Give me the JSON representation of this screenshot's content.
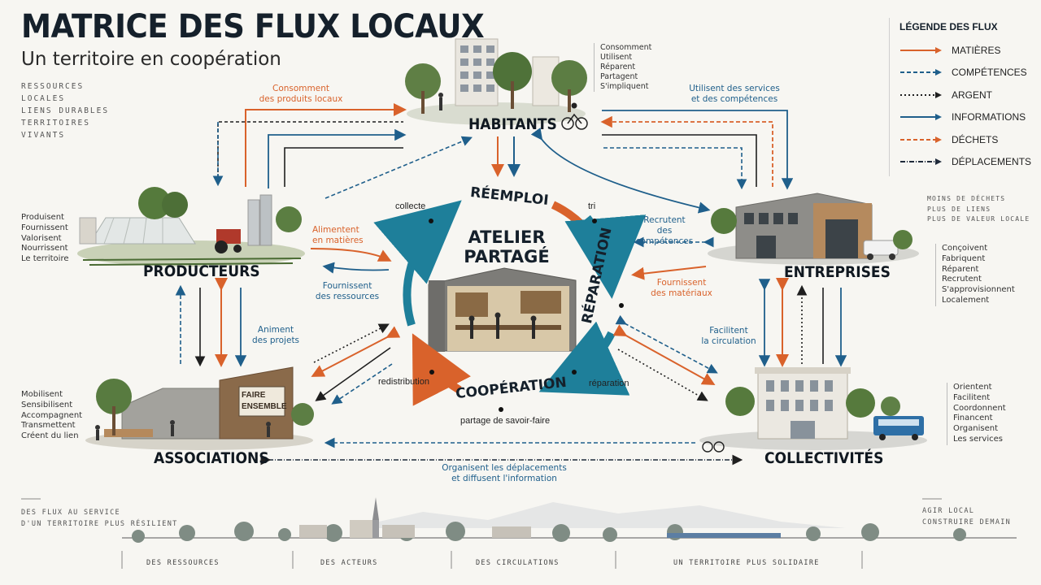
{
  "title": "MATRICE DES FLUX LOCAUX",
  "subtitle": "Un territoire en coopération",
  "left_tagline": [
    "RESSOURCES",
    "LOCALES",
    "LIENS DURABLES",
    "TERRITOIRES",
    "VIVANTS"
  ],
  "right_tagline": [
    "MOINS DE DÉCHETS",
    "PLUS DE LIENS",
    "PLUS DE VALEUR LOCALE"
  ],
  "legend": {
    "title": "LÉGENDE DES FLUX",
    "items": [
      {
        "label": "MATIÈRES",
        "color": "#d9622b",
        "style": "solid"
      },
      {
        "label": "COMPÉTENCES",
        "color": "#1f5f8b",
        "style": "dashed"
      },
      {
        "label": "ARGENT",
        "color": "#1f1f1f",
        "style": "dotted"
      },
      {
        "label": "INFORMATIONS",
        "color": "#1f5f8b",
        "style": "solid"
      },
      {
        "label": "DÉCHETS",
        "color": "#d9622b",
        "style": "dashed"
      },
      {
        "label": "DÉPLACEMENTS",
        "color": "#1f2a3a",
        "style": "dashdot"
      }
    ]
  },
  "nodes": {
    "habitants": {
      "label": "HABITANTS",
      "verbs": [
        "Consomment",
        "Utilisent",
        "Réparent",
        "Partagent",
        "S'impliquent"
      ]
    },
    "producteurs": {
      "label": "PRODUCTEURS",
      "verbs": [
        "Produisent",
        "Fournissent",
        "Valorisent",
        "Nourrissent",
        "Le territoire"
      ]
    },
    "entreprises": {
      "label": "ENTREPRISES",
      "verbs": [
        "Conçoivent",
        "Fabriquent",
        "Réparent",
        "Recrutent",
        "S'approvisionnent",
        "Localement"
      ]
    },
    "associations": {
      "label": "ASSOCIATIONS",
      "verbs": [
        "Mobilisent",
        "Sensibilisent",
        "Accompagnent",
        "Transmettent",
        "Créent du lien"
      ],
      "sign": [
        "FAIRE",
        "ENSEMBLE"
      ]
    },
    "collectivites": {
      "label": "COLLECTIVITÉS",
      "verbs": [
        "Orientent",
        "Facilitent",
        "Coordonnent",
        "Financent",
        "Organisent",
        "Les services"
      ]
    }
  },
  "center": {
    "title_line1": "ATELIER",
    "title_line2": "PARTAGÉ",
    "ring": [
      "RÉEMPLOI",
      "RÉPARATION",
      "COOPÉRATION"
    ],
    "ring_points": [
      "collecte",
      "tri",
      "réparation",
      "redistribution",
      "partage de savoir-faire"
    ]
  },
  "flow_labels": {
    "consomment": [
      "Consomment",
      "des produits locaux"
    ],
    "utilisent_services": [
      "Utilisent des services",
      "et des compétences"
    ],
    "alimentent": [
      "Alimentent",
      "en matières"
    ],
    "fournissent_ressources": [
      "Fournissent",
      "des ressources"
    ],
    "recrutent": [
      "Recrutent",
      "des compétences"
    ],
    "fournissent_materiaux": [
      "Fournissent",
      "des matériaux"
    ],
    "animent": [
      "Animent",
      "des projets"
    ],
    "facilitent": [
      "Facilitent",
      "la circulation"
    ],
    "organisent": [
      "Organisent les déplacements",
      "et diffusent l'information"
    ]
  },
  "bottom": {
    "left": [
      "DES FLUX AU SERVICE",
      "D'UN TERRITOIRE PLUS RÉSILIENT"
    ],
    "right": [
      "AGIR LOCAL",
      "CONSTRUIRE DEMAIN"
    ],
    "captions": [
      "DES RESSOURCES",
      "DES ACTEURS",
      "DES CIRCULATIONS",
      "UN TERRITOIRE PLUS SOLIDAIRE"
    ]
  },
  "colors": {
    "orange": "#d9622b",
    "blue": "#1f5f8b",
    "teal": "#1e7f9a",
    "dark": "#1f1f1f"
  }
}
